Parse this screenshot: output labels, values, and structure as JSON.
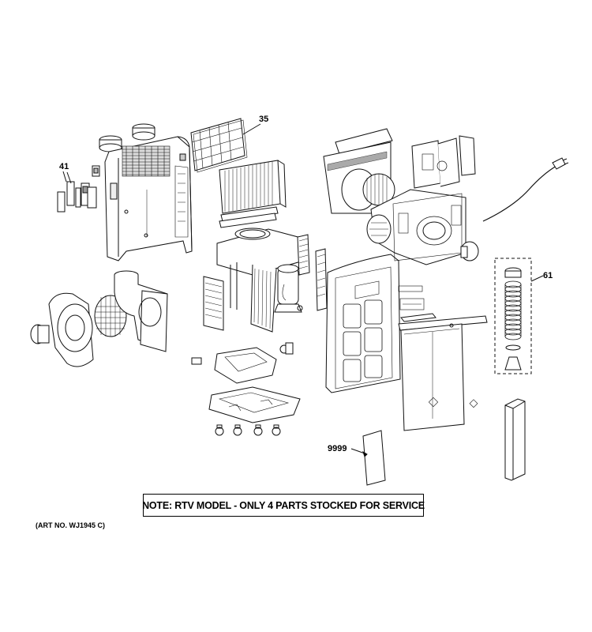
{
  "callouts": {
    "c35": "35",
    "c41": "41",
    "c61": "61",
    "c9999": "9999"
  },
  "note": "NOTE: RTV MODEL - ONLY 4 PARTS STOCKED FOR SERVICE",
  "art_number": "(ART NO. WJ1945 C)"
}
